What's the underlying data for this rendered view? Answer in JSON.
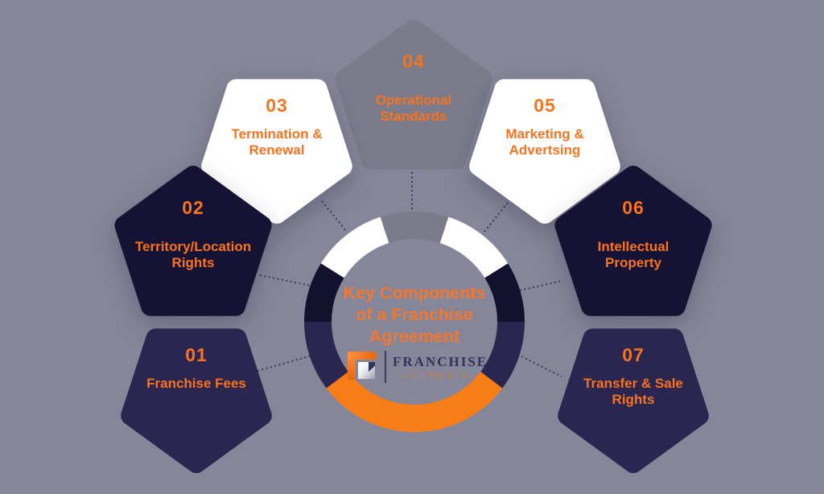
{
  "colors": {
    "background": "#86869A",
    "accent": "#F8731E",
    "title": "#F5772E",
    "connector": "#3A3660",
    "logo_navy": "#32325A",
    "logo_orange": "#DD8233",
    "pentagon_gray": "#7B7B8C",
    "pentagon_navy_dark": "#161233",
    "pentagon_navy_light": "#2A2650",
    "pentagon_white": "#FFFFFF",
    "ring_orange": "#F87D17"
  },
  "center": {
    "title_lines": [
      "Key Components",
      "of a Franchise",
      "Agreement"
    ],
    "logo": {
      "brand_top": "FRANCHISE",
      "brand_bottom": "—GENESIS—"
    },
    "ring": {
      "segments": [
        {
          "color": "#7B7B8C",
          "from": 0,
          "to": 18
        },
        {
          "color": "#FFFFFF",
          "from": 18,
          "to": 58
        },
        {
          "color": "#14112E",
          "from": 58,
          "to": 90
        },
        {
          "color": "#2A2650",
          "from": 90,
          "to": 127
        },
        {
          "color": "#F87D17",
          "from": 127,
          "to": 233
        },
        {
          "color": "#2A2650",
          "from": 233,
          "to": 270
        },
        {
          "color": "#14112E",
          "from": 270,
          "to": 302
        },
        {
          "color": "#FFFFFF",
          "from": 302,
          "to": 342
        },
        {
          "color": "#7B7B8C",
          "from": 342,
          "to": 360
        }
      ]
    }
  },
  "items": [
    {
      "number": "01",
      "line1": "Franchise Fees",
      "line2": "",
      "fill": "#2A2650"
    },
    {
      "number": "02",
      "line1": "Territory/Location",
      "line2": "Rights",
      "fill": "#161233"
    },
    {
      "number": "03",
      "line1": "Termination &",
      "line2": "Renewal",
      "fill": "#FFFFFF"
    },
    {
      "number": "04",
      "line1": "Operational",
      "line2": "Standards",
      "fill": "#7B7B8C"
    },
    {
      "number": "05",
      "line1": "Marketing &",
      "line2": "Advertsing",
      "fill": "#FFFFFF"
    },
    {
      "number": "06",
      "line1": "Intellectual",
      "line2": "Property",
      "fill": "#161233"
    },
    {
      "number": "07",
      "line1": "Transfer & Sale",
      "line2": "Rights",
      "fill": "#2A2650"
    }
  ]
}
